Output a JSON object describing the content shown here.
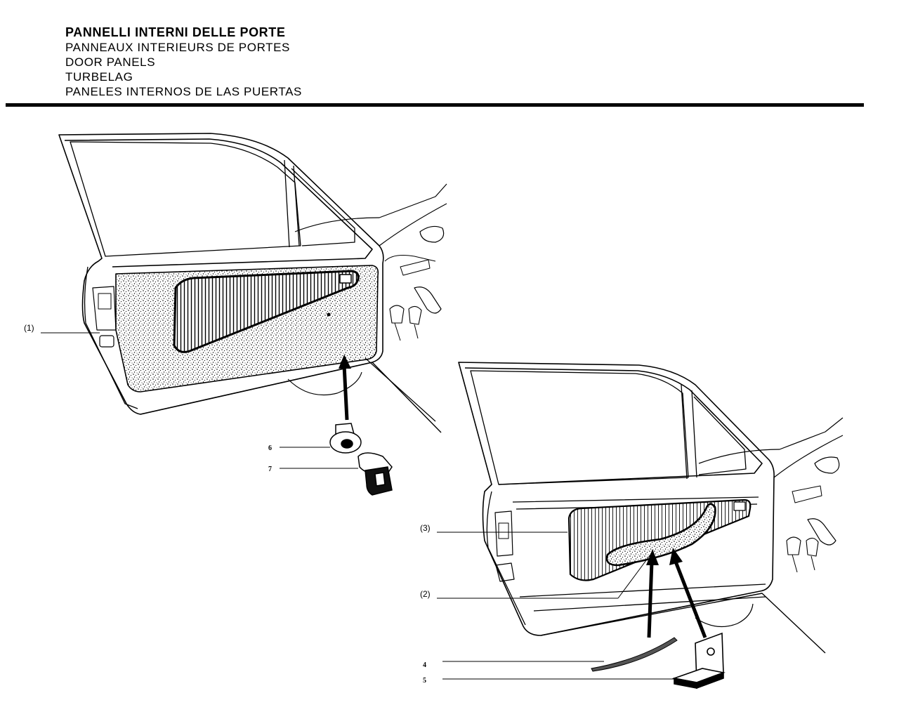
{
  "header": {
    "title_it": "PANNELLI INTERNI DELLE PORTE",
    "title_fr": "PANNEAUX INTERIEURS DE PORTES",
    "title_en": "DOOR PANELS",
    "title_de": "TURBELAG",
    "title_es": "PANELES INTERNOS DE LAS PUERTAS"
  },
  "callouts": {
    "c1": "(1)",
    "c2": "(2)",
    "c3": "(3)",
    "c4": "4",
    "c5": "5",
    "c6": "6",
    "c7": "7"
  }
}
